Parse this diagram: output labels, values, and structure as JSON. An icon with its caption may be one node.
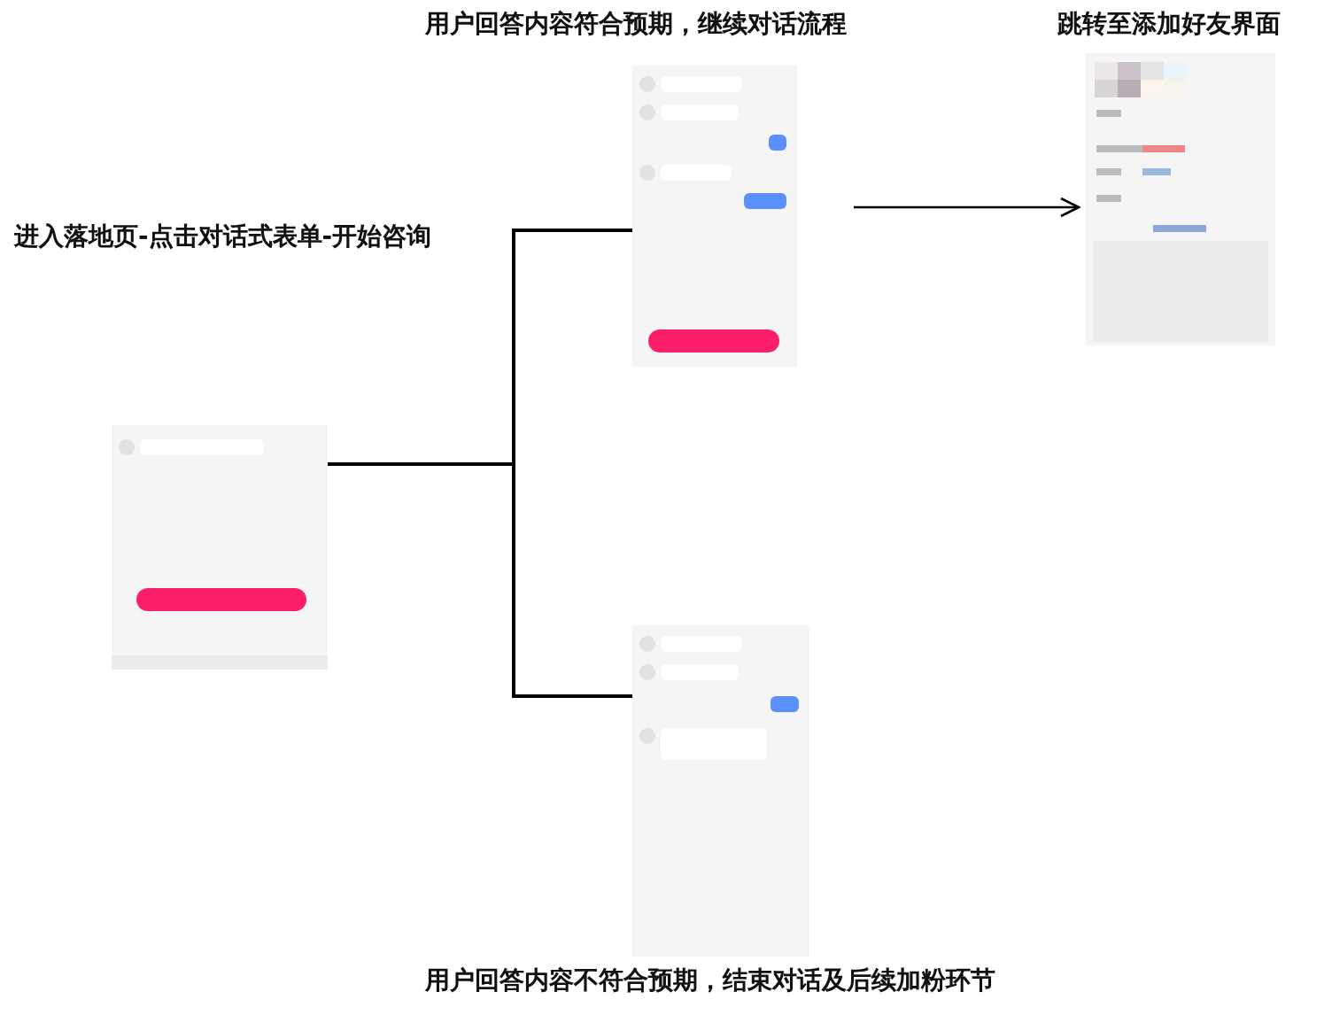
{
  "diagram": {
    "nodes": [
      {
        "text": [],
        "shape": "picture"
      },
      {
        "text": [],
        "shape": "picture",
        "beside": [
          "用户回答内容符合预期，继续对话流程"
        ]
      },
      {
        "text": [],
        "shape": "picture",
        "beside": [
          "用户回答内容不符合预期，结束对话及后续加粉环节"
        ]
      },
      {
        "text": [],
        "shape": "picture",
        "beside": [
          "跳转至添加好友界面"
        ]
      }
    ],
    "edges": [
      {
        "from": 0,
        "to": 1,
        "arrow": "none"
      },
      {
        "from": 0,
        "to": 2,
        "arrow": "none"
      },
      {
        "from": 1,
        "to": 3,
        "arrow": "to"
      }
    ],
    "labels": [
      "进入落地页-点击对话式表单-开始咨询"
    ]
  }
}
